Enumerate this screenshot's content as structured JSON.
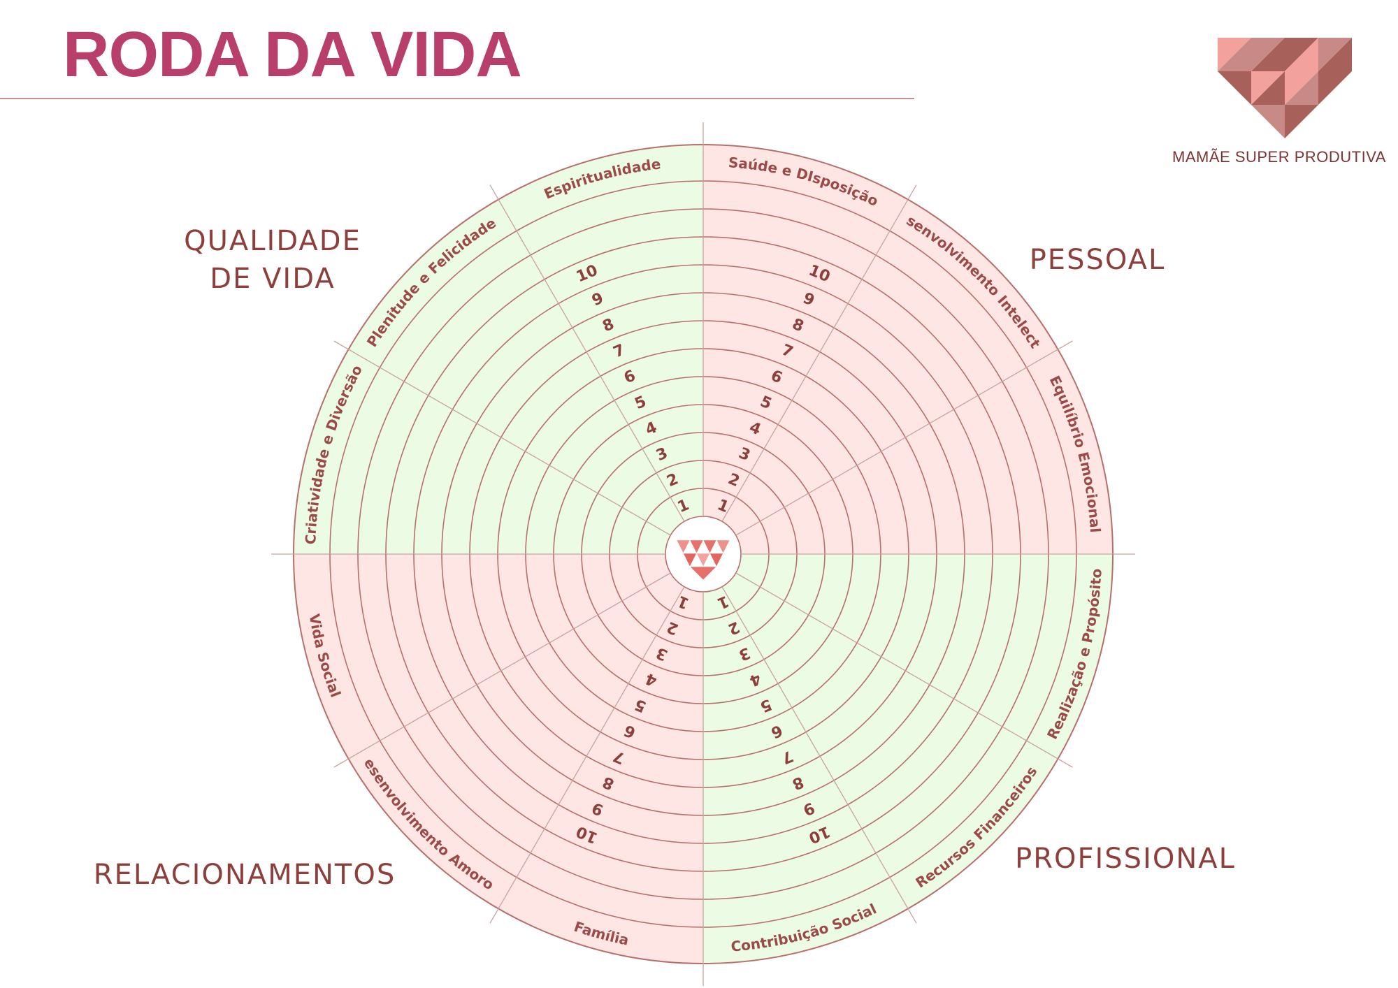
{
  "title": "RODA DA VIDA",
  "brand": {
    "name": "MAMÃE SUPER PRODUTIVA",
    "logo_icon": "heart-triangles-logo-icon",
    "colors": {
      "light": "#f2a19c",
      "mid": "#c88a87",
      "dark": "#a8605a"
    }
  },
  "quadrants": {
    "qualidade": "QUALIDADE DE VIDA",
    "pessoal": "PESSOAL",
    "relacionamentos": "RELACIONAMENTOS",
    "profissional": "PROFISSIONAL"
  },
  "wheel": {
    "scale": [
      "1",
      "2",
      "3",
      "4",
      "5",
      "6",
      "7",
      "8",
      "9",
      "10"
    ],
    "colors": {
      "green": "#ebfbe4",
      "pink": "#fde6e4",
      "ring_line": "#b86f6c",
      "divider_line": "#c8a39f",
      "segment_text": "#9a4b48",
      "scale_text": "#8d3f3c",
      "center_icon": "#e8706b"
    },
    "segments": [
      {
        "label": "Saúde e DIsposição",
        "fill": "pink"
      },
      {
        "label": "Desenvolvimento Intelectual",
        "fill": "pink"
      },
      {
        "label": "Equilíbrio Emocional",
        "fill": "pink"
      },
      {
        "label": "Realização e Propósito",
        "fill": "green"
      },
      {
        "label": "Recursos Financeiros",
        "fill": "green"
      },
      {
        "label": "Contribuição Social",
        "fill": "green"
      },
      {
        "label": "Família",
        "fill": "pink"
      },
      {
        "label": "Desenvolvimento Amoroso",
        "fill": "pink"
      },
      {
        "label": "Vida Social",
        "fill": "pink"
      },
      {
        "label": "Criatividade e Diversão",
        "fill": "green"
      },
      {
        "label": "Plenitude e Felicidade",
        "fill": "green"
      },
      {
        "label": "Espiritualidade",
        "fill": "green"
      }
    ]
  }
}
